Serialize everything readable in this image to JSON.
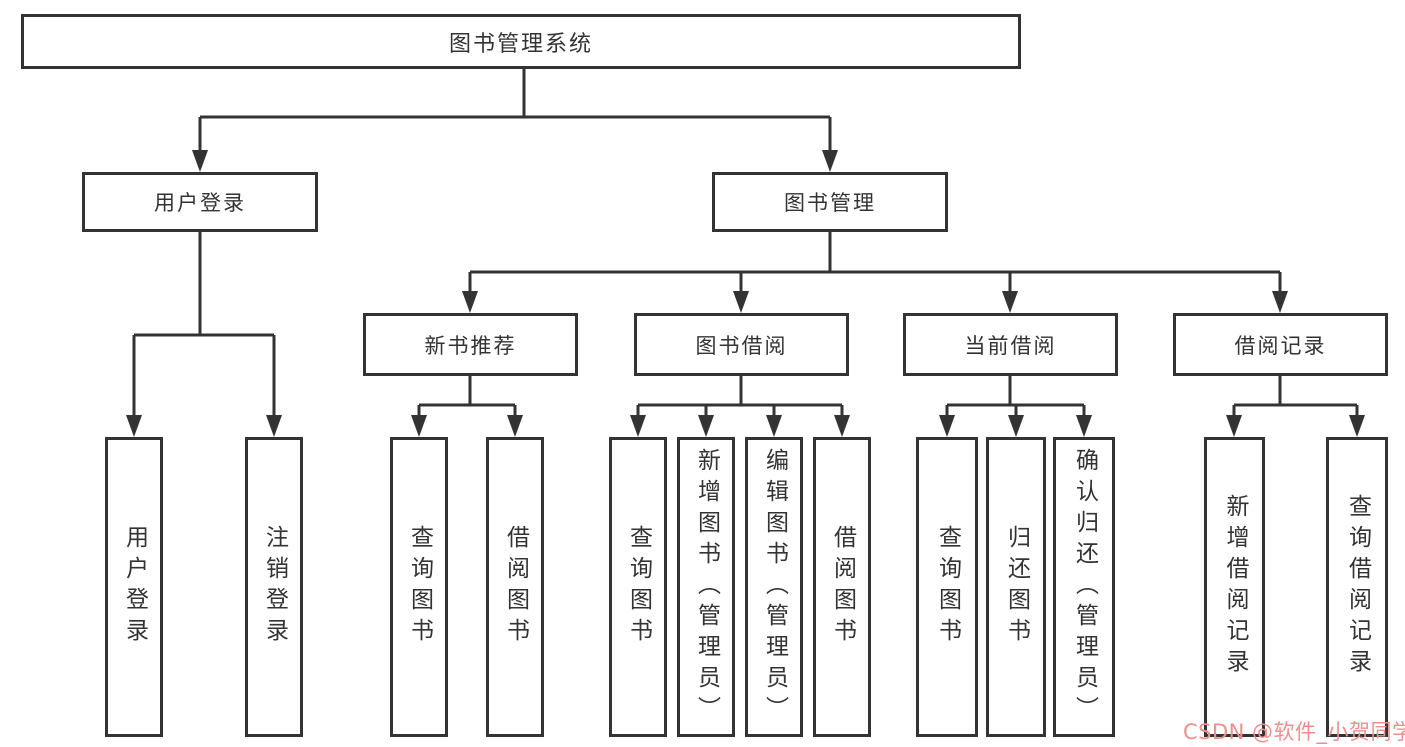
{
  "title": "图书管理系统",
  "level2": {
    "user_login": "用户登录",
    "book_management": "图书管理"
  },
  "level3": {
    "new_book_recommend": "新书推荐",
    "book_borrow": "图书借阅",
    "current_borrow": "当前借阅",
    "borrow_records": "借阅记录"
  },
  "leaves": {
    "user_login": "用户登录",
    "logout": "注销登录",
    "newrec_query_book": "查询图书",
    "newrec_borrow_book": "借阅图书",
    "borrow_query_book": "查询图书",
    "borrow_add_book": "新增图书（管理员）",
    "borrow_edit_book": "编辑图书（管理员）",
    "borrow_borrow_book": "借阅图书",
    "current_query_book": "查询图书",
    "current_return_book": "归还图书",
    "current_confirm_return": "确认归还（管理员）",
    "records_add_record": "新增借阅记录",
    "records_query_record": "查询借阅记录"
  },
  "watermark": {
    "text": "CSDN @软件_小贺同学",
    "color": "#ee8f8f"
  },
  "colors": {
    "line": "#333333",
    "box_border": "#333333",
    "text": "#333333",
    "background": "#ffffff"
  }
}
